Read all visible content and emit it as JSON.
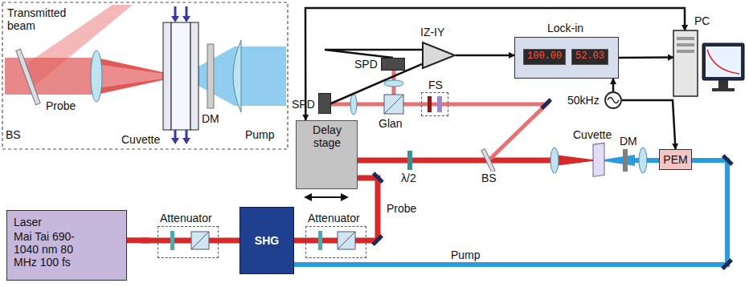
{
  "diagram": {
    "nodes": [
      {
        "text": [
          "PC"
        ]
      },
      {
        "text": [
          "IZ-IY"
        ]
      },
      {
        "text": [
          "Lock-in",
          "100.00",
          "52.03"
        ]
      },
      {
        "text": [
          "SPD"
        ]
      },
      {
        "text": [
          "SPD"
        ]
      },
      {
        "text": [
          "FS"
        ]
      },
      {
        "text": [
          "50kHz"
        ]
      },
      {
        "text": [
          "Delay stage"
        ]
      },
      {
        "text": [
          "PEM"
        ]
      },
      {
        "text": [
          "Laser",
          "Mai Tai 690-1040 nm 80 MHz 100 fs"
        ]
      },
      {
        "text": [
          "Attenuator"
        ]
      },
      {
        "text": [
          "SHG"
        ]
      },
      {
        "text": [
          "Attenuator"
        ]
      }
    ],
    "edges": [
      {
        "from": 9,
        "to": 10,
        "arrow": "none"
      },
      {
        "from": 10,
        "to": 11,
        "arrow": "none"
      },
      {
        "from": 11,
        "to": 12,
        "arrow": "none"
      },
      {
        "from": 0,
        "to": 7,
        "arrow": "both"
      },
      {
        "from": 4,
        "to": 1,
        "arrow": "none"
      },
      {
        "from": 3,
        "to": 1,
        "arrow": "none"
      },
      {
        "from": 1,
        "to": 2,
        "arrow": "to"
      },
      {
        "from": 2,
        "to": 0,
        "arrow": "to"
      },
      {
        "from": 6,
        "to": 2,
        "arrow": "to"
      },
      {
        "from": 6,
        "to": 8,
        "arrow": "to"
      }
    ],
    "labels": [
      "Transmitted beam",
      "BS",
      "Probe",
      "Cuvette",
      "DM",
      "Pump",
      "Probe",
      "Pump",
      "λ/2",
      "BS",
      "Cuvette",
      "DM",
      "Glan"
    ]
  }
}
